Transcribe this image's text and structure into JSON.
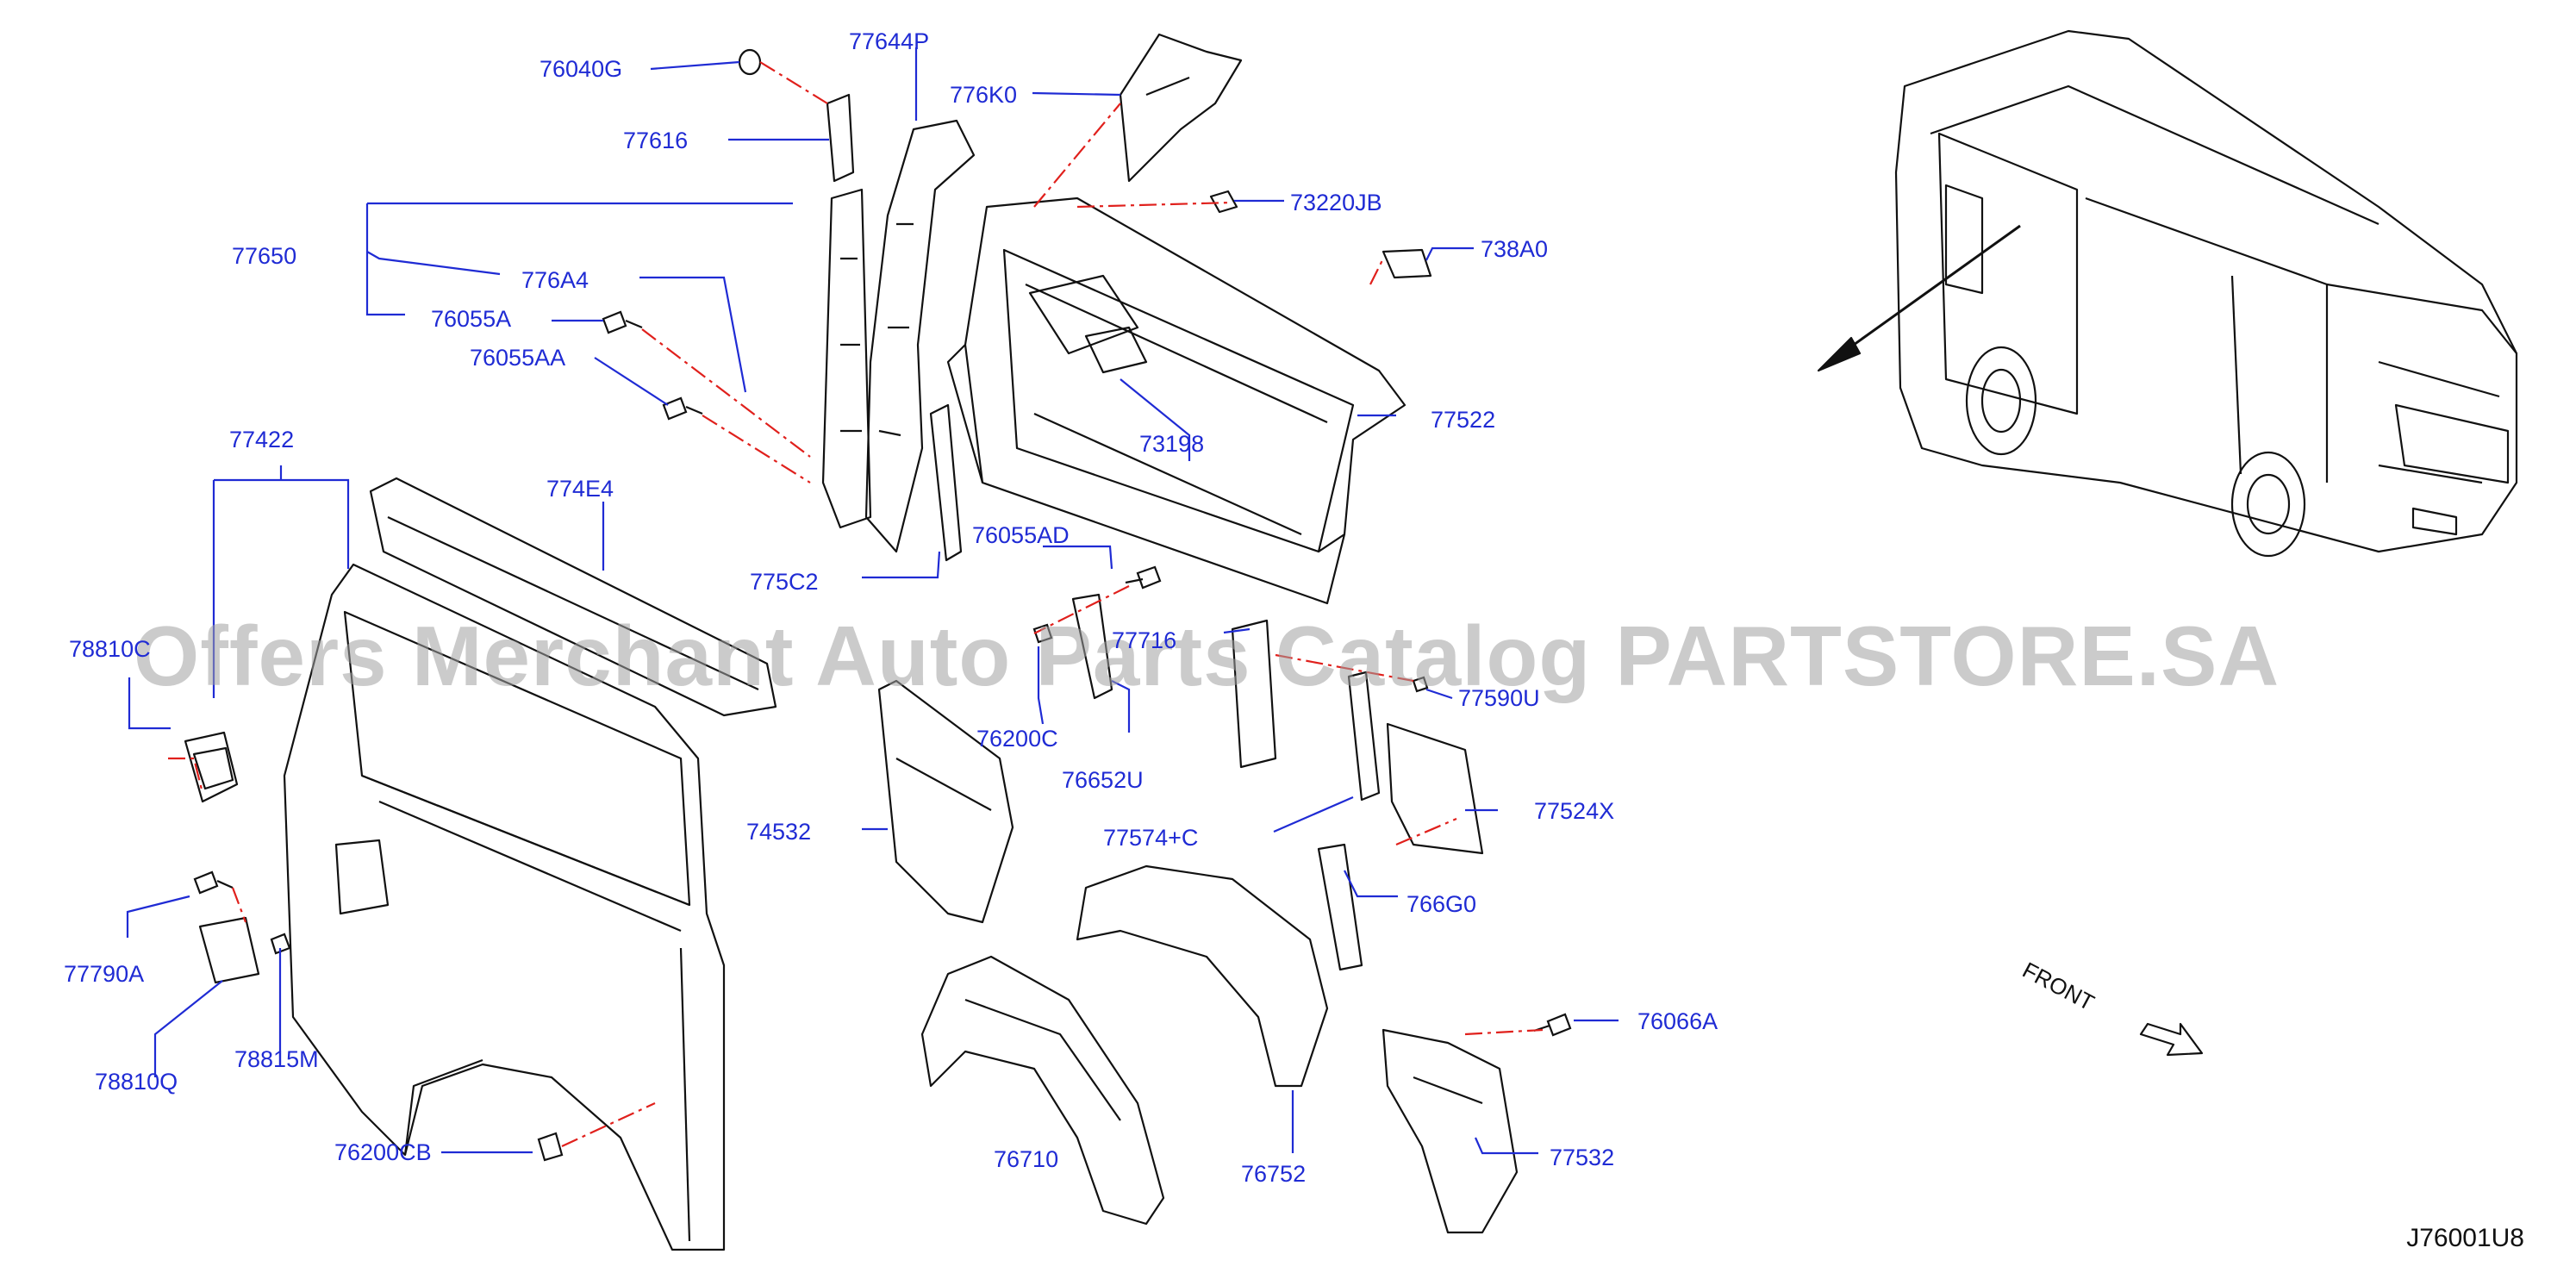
{
  "diagram": {
    "drawing_code": "J76001U8",
    "watermark": "Offers Merchant Auto Parts Catalog PARTSTORE.SA",
    "direction_label": "FRONT",
    "labels": {
      "p76040G": "76040G",
      "p77644P": "77644P",
      "p776K0": "776K0",
      "p77616": "77616",
      "p73220JB": "73220JB",
      "p738A0": "738A0",
      "p77650": "77650",
      "p776A4": "776A4",
      "p76055A": "76055A",
      "p76055AA": "76055AA",
      "p73198": "73198",
      "p77522": "77522",
      "p77422": "77422",
      "p774E4": "774E4",
      "p76055AD": "76055AD",
      "p775C2": "775C2",
      "p78810C": "78810C",
      "p77716": "77716",
      "p77590U": "77590U",
      "p76200C": "76200C",
      "p76652U": "76652U",
      "p77524X": "77524X",
      "p74532": "74532",
      "p77574C": "77574+C",
      "p766G0": "766G0",
      "p77790A": "77790A",
      "p76066A": "76066A",
      "p78810Q": "78810Q",
      "p78815M": "78815M",
      "p76200CB": "76200CB",
      "p76710": "76710",
      "p76752": "76752",
      "p77532": "77532"
    }
  },
  "colors": {
    "label": "#1f2bd4",
    "leader": "#1f2bd4",
    "dash": "#e0201c",
    "part_line": "#111111",
    "watermark": "#a0a0a0"
  }
}
